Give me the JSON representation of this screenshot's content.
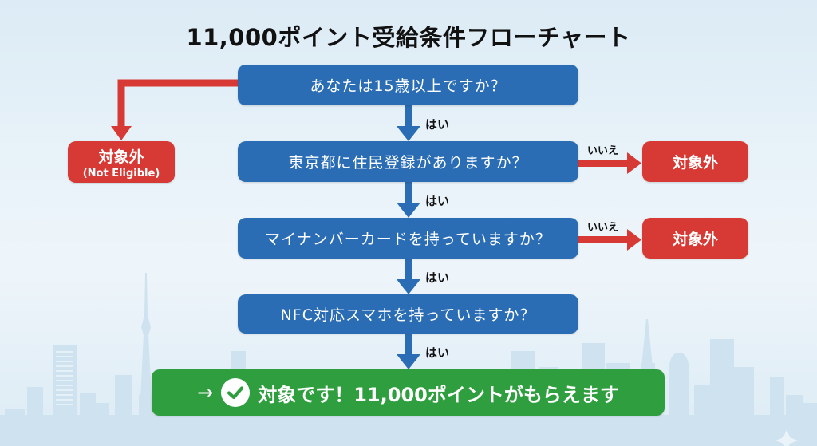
{
  "title": "11,000ポイント受給条件フローチャート",
  "questions": [
    {
      "text": "あなたは15歳以上ですか？",
      "yes_label": "はい",
      "no_label": ""
    },
    {
      "text": "東京都に住民登録がありますか？",
      "yes_label": "はい",
      "no_label": "いいえ"
    },
    {
      "text": "マイナンバーカードを持っていますか？",
      "yes_label": "はい",
      "no_label": "いいえ"
    },
    {
      "text": "NFC対応スマホを持っていますか？",
      "yes_label": "はい",
      "no_label": ""
    }
  ],
  "outcomes": {
    "not_eligible_left": {
      "label": "対象外",
      "sublabel": "(Not Eligible)"
    },
    "not_eligible_right_1": {
      "label": "対象外"
    },
    "not_eligible_right_2": {
      "label": "対象外"
    },
    "eligible": {
      "prefix": "→",
      "icon": "check-circle-icon",
      "label": "対象です！11,000ポイントがもらえます"
    }
  },
  "colors": {
    "question_box": "#2a6db4",
    "not_eligible": "#d73a35",
    "eligible": "#2f9e3e",
    "yes_arrow": "#2a6db4",
    "no_arrow": "#d73a35",
    "background": "#e8f2f9"
  },
  "background": {
    "decoration": "tokyo-skyline-silhouette"
  }
}
